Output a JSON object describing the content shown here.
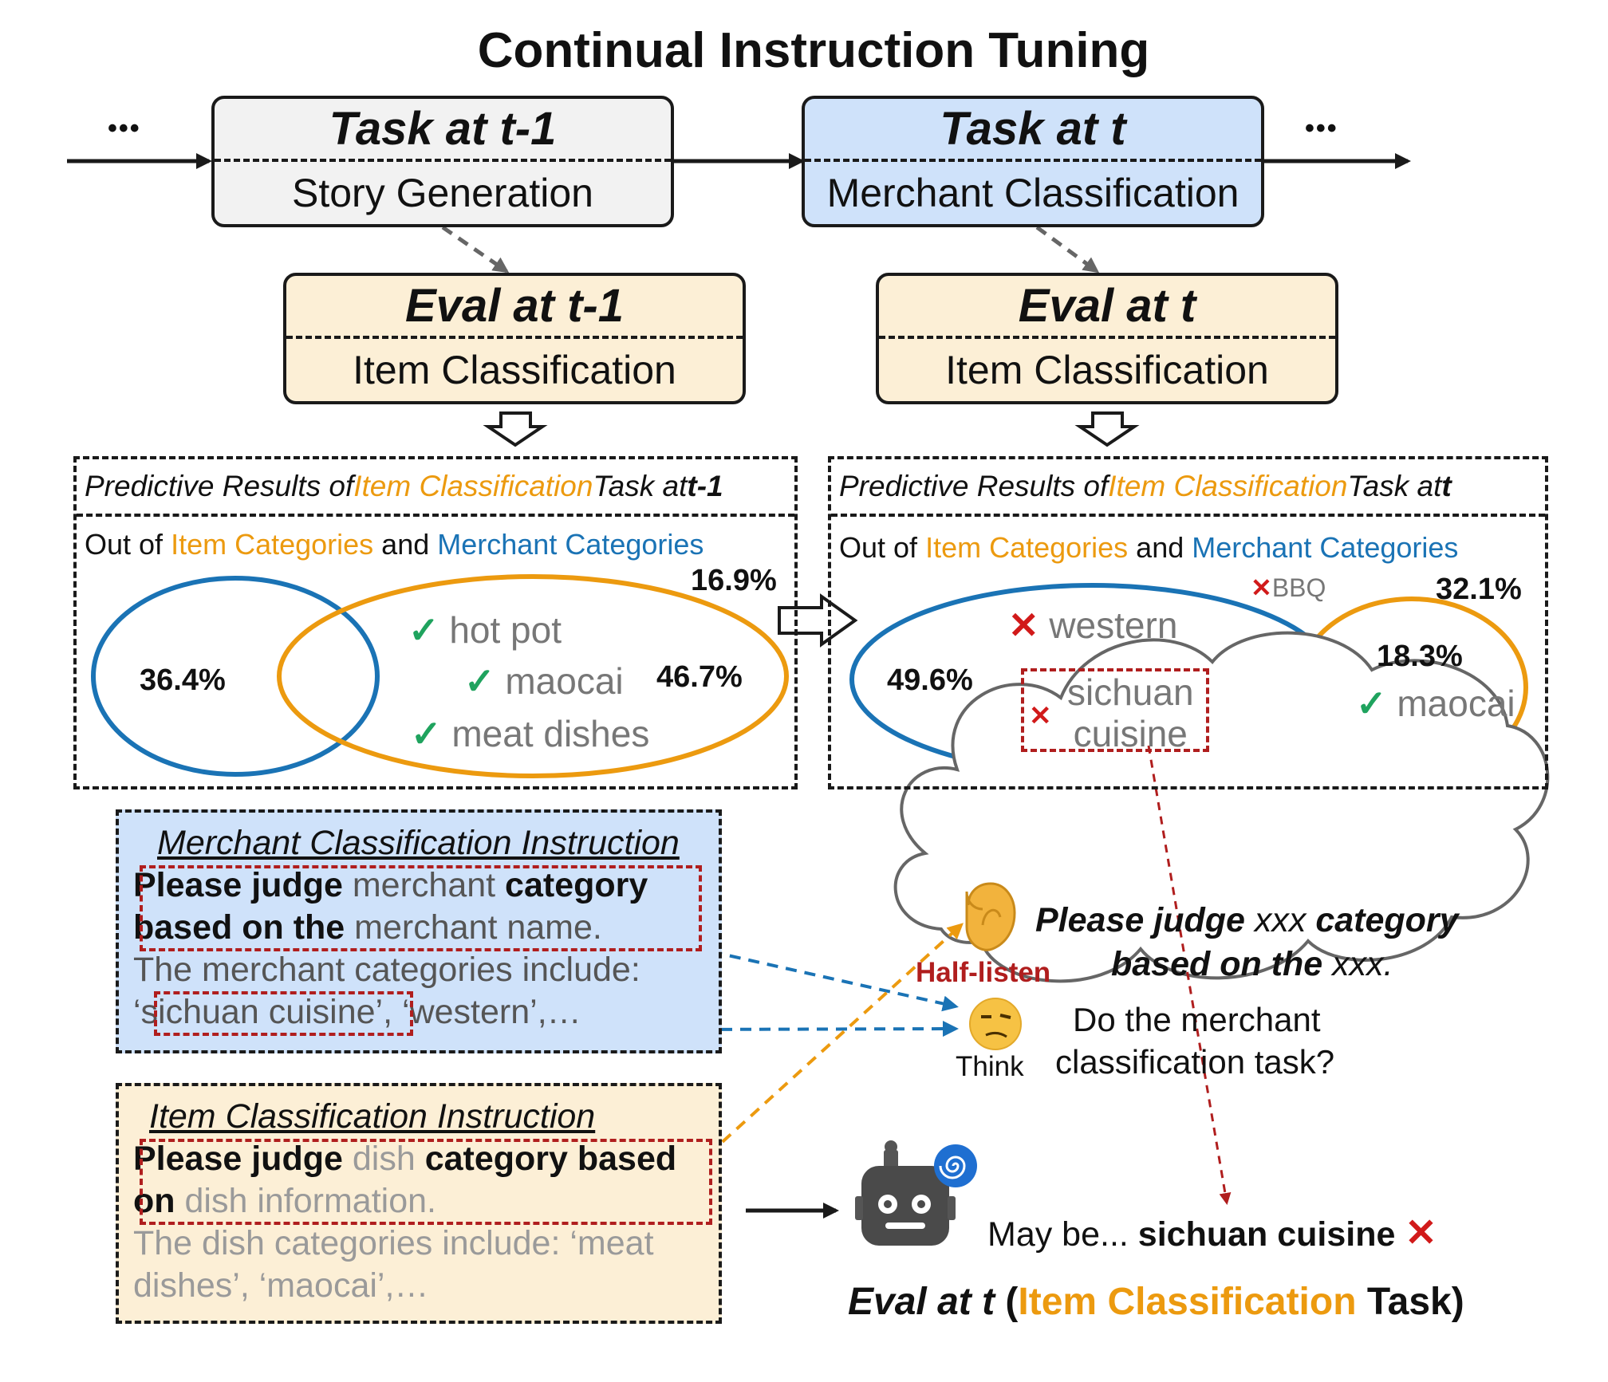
{
  "title": "Continual Instruction Tuning",
  "timeline": {
    "ellipsis_left": "•••",
    "ellipsis_right": "•••"
  },
  "tasks": [
    {
      "head": "Task at t-1",
      "body": "Story Generation",
      "fill": "#f2f2f2"
    },
    {
      "head": "Task at t",
      "body": "Merchant Classification",
      "fill": "#cfe2fa"
    }
  ],
  "evals": [
    {
      "head": "Eval at t-1",
      "body": "Item Classification",
      "fill": "#fcefd6"
    },
    {
      "head": "Eval at t",
      "body": "Item Classification",
      "fill": "#fcefd6"
    }
  ],
  "results_left": {
    "hdr_a": "Predictive Results of ",
    "hdr_b": "Item Classification",
    "hdr_c": " Task at ",
    "hdr_d": "t-1",
    "sub_a": "Out of ",
    "sub_b": "Item Categories",
    "sub_c": " and ",
    "sub_d": "Merchant Categories",
    "pct_blue": "36.4%",
    "pct_orange": "46.7%",
    "pct_out": "16.9%",
    "items": [
      "hot pot",
      "maocai",
      "meat dishes"
    ],
    "check": "✓"
  },
  "results_right": {
    "hdr_a": "Predictive Results of ",
    "hdr_b": "Item Classification",
    "hdr_c": " Task at ",
    "hdr_d": "t",
    "sub_a": "Out of ",
    "sub_b": "Item Categories",
    "sub_c": " and ",
    "sub_d": "Merchant Categories",
    "pct_blue": "49.6%",
    "pct_orange": "18.3%",
    "pct_out": "32.1%",
    "out_item": "BBQ",
    "wrong_1": "western",
    "wrong_2a": "sichuan",
    "wrong_2b": "cuisine",
    "right_1": "maocai",
    "cross": "✕",
    "check": "✓"
  },
  "merchant_instruction": {
    "head": "Merchant Classification Instruction",
    "l1_a": "Please judge",
    "l1_b": " merchant ",
    "l1_c": "category",
    "l2_a": "based on the",
    "l2_b": " merchant name.",
    "l3": "The merchant categories include:",
    "l4_a": "‘sichuan cuisine’",
    "l4_b": ", ‘western’,…",
    "fill": "#cfe2fa"
  },
  "item_instruction": {
    "head": "Item Classification Instruction",
    "l1_a": "Please judge",
    "l1_b": " dish ",
    "l1_c": "category based",
    "l2_a": "on",
    "l2_b": " dish information.",
    "l3": "The dish categories include:  ‘meat",
    "l4": "dishes’, ‘maocai’,…",
    "fill": "#fcefd6"
  },
  "cloud": {
    "q1_a": "Please judge",
    "q1_b": " xxx ",
    "q1_c": "category",
    "q2_a": "based on the",
    "q2_b": " xxx.",
    "half_listen": "Half-listen",
    "think": "Think",
    "q3": "Do the merchant",
    "q4": "classification task?"
  },
  "answer": {
    "a1": "May be... ",
    "a2": "sichuan cuisine",
    "x": "✕"
  },
  "caption": {
    "c1": "Eval at t",
    "c2": " (",
    "c3": "Item Classification",
    "c4": " Task)"
  },
  "colors": {
    "orange": "#ec9a0f",
    "blue": "#1a73b5",
    "red": "#b01e1e",
    "green": "#1fa35e"
  }
}
